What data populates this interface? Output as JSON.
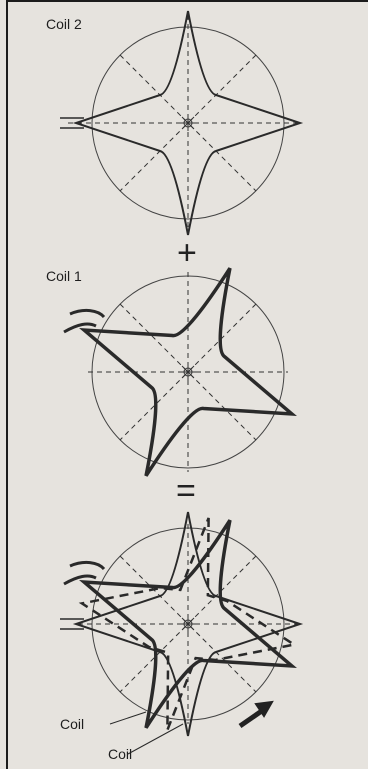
{
  "labels": {
    "coil2": "Coil 2",
    "coil1": "Coil 1",
    "plus": "+",
    "equals": "=",
    "coil_a": "Coil",
    "coil_b": "Coil"
  },
  "colors": {
    "background": "#e6e3de",
    "ink": "#1e1e1e",
    "thin_line": "#3a3a3a"
  },
  "icons": {
    "rotation": "arrow-icon"
  }
}
